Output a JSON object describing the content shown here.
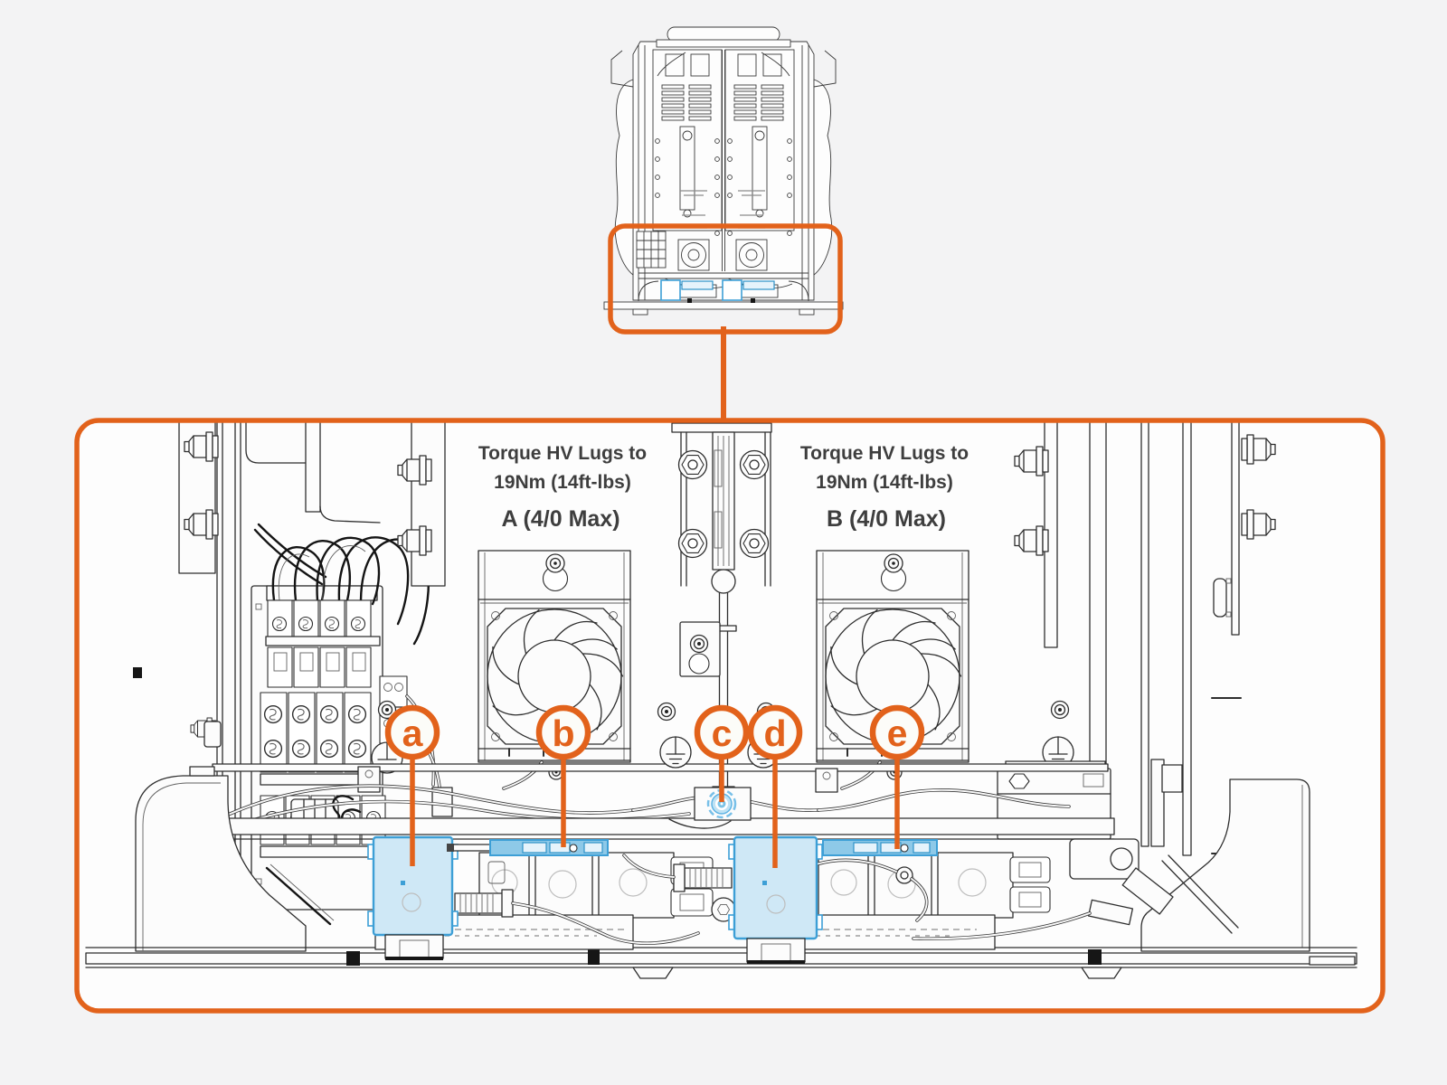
{
  "colors": {
    "accent": "#e2621b",
    "highlight_fill": "#cfe8f6",
    "highlight_stroke": "#3d9fd6",
    "line": "#2e2e2e",
    "background": "#f3f3f4"
  },
  "detail_view": {
    "annotations": {
      "torque_left": {
        "line1": "Torque HV Lugs to",
        "line2": "19Nm (14ft-lbs)"
      },
      "torque_right": {
        "line1": "Torque HV Lugs to",
        "line2": "19Nm (14ft-lbs)"
      },
      "terminal_a": "A (4/0 Max)",
      "terminal_b": "B (4/0 Max)"
    },
    "callouts": [
      {
        "label": "a"
      },
      {
        "label": "b"
      },
      {
        "label": "c"
      },
      {
        "label": "d"
      },
      {
        "label": "e"
      }
    ]
  }
}
